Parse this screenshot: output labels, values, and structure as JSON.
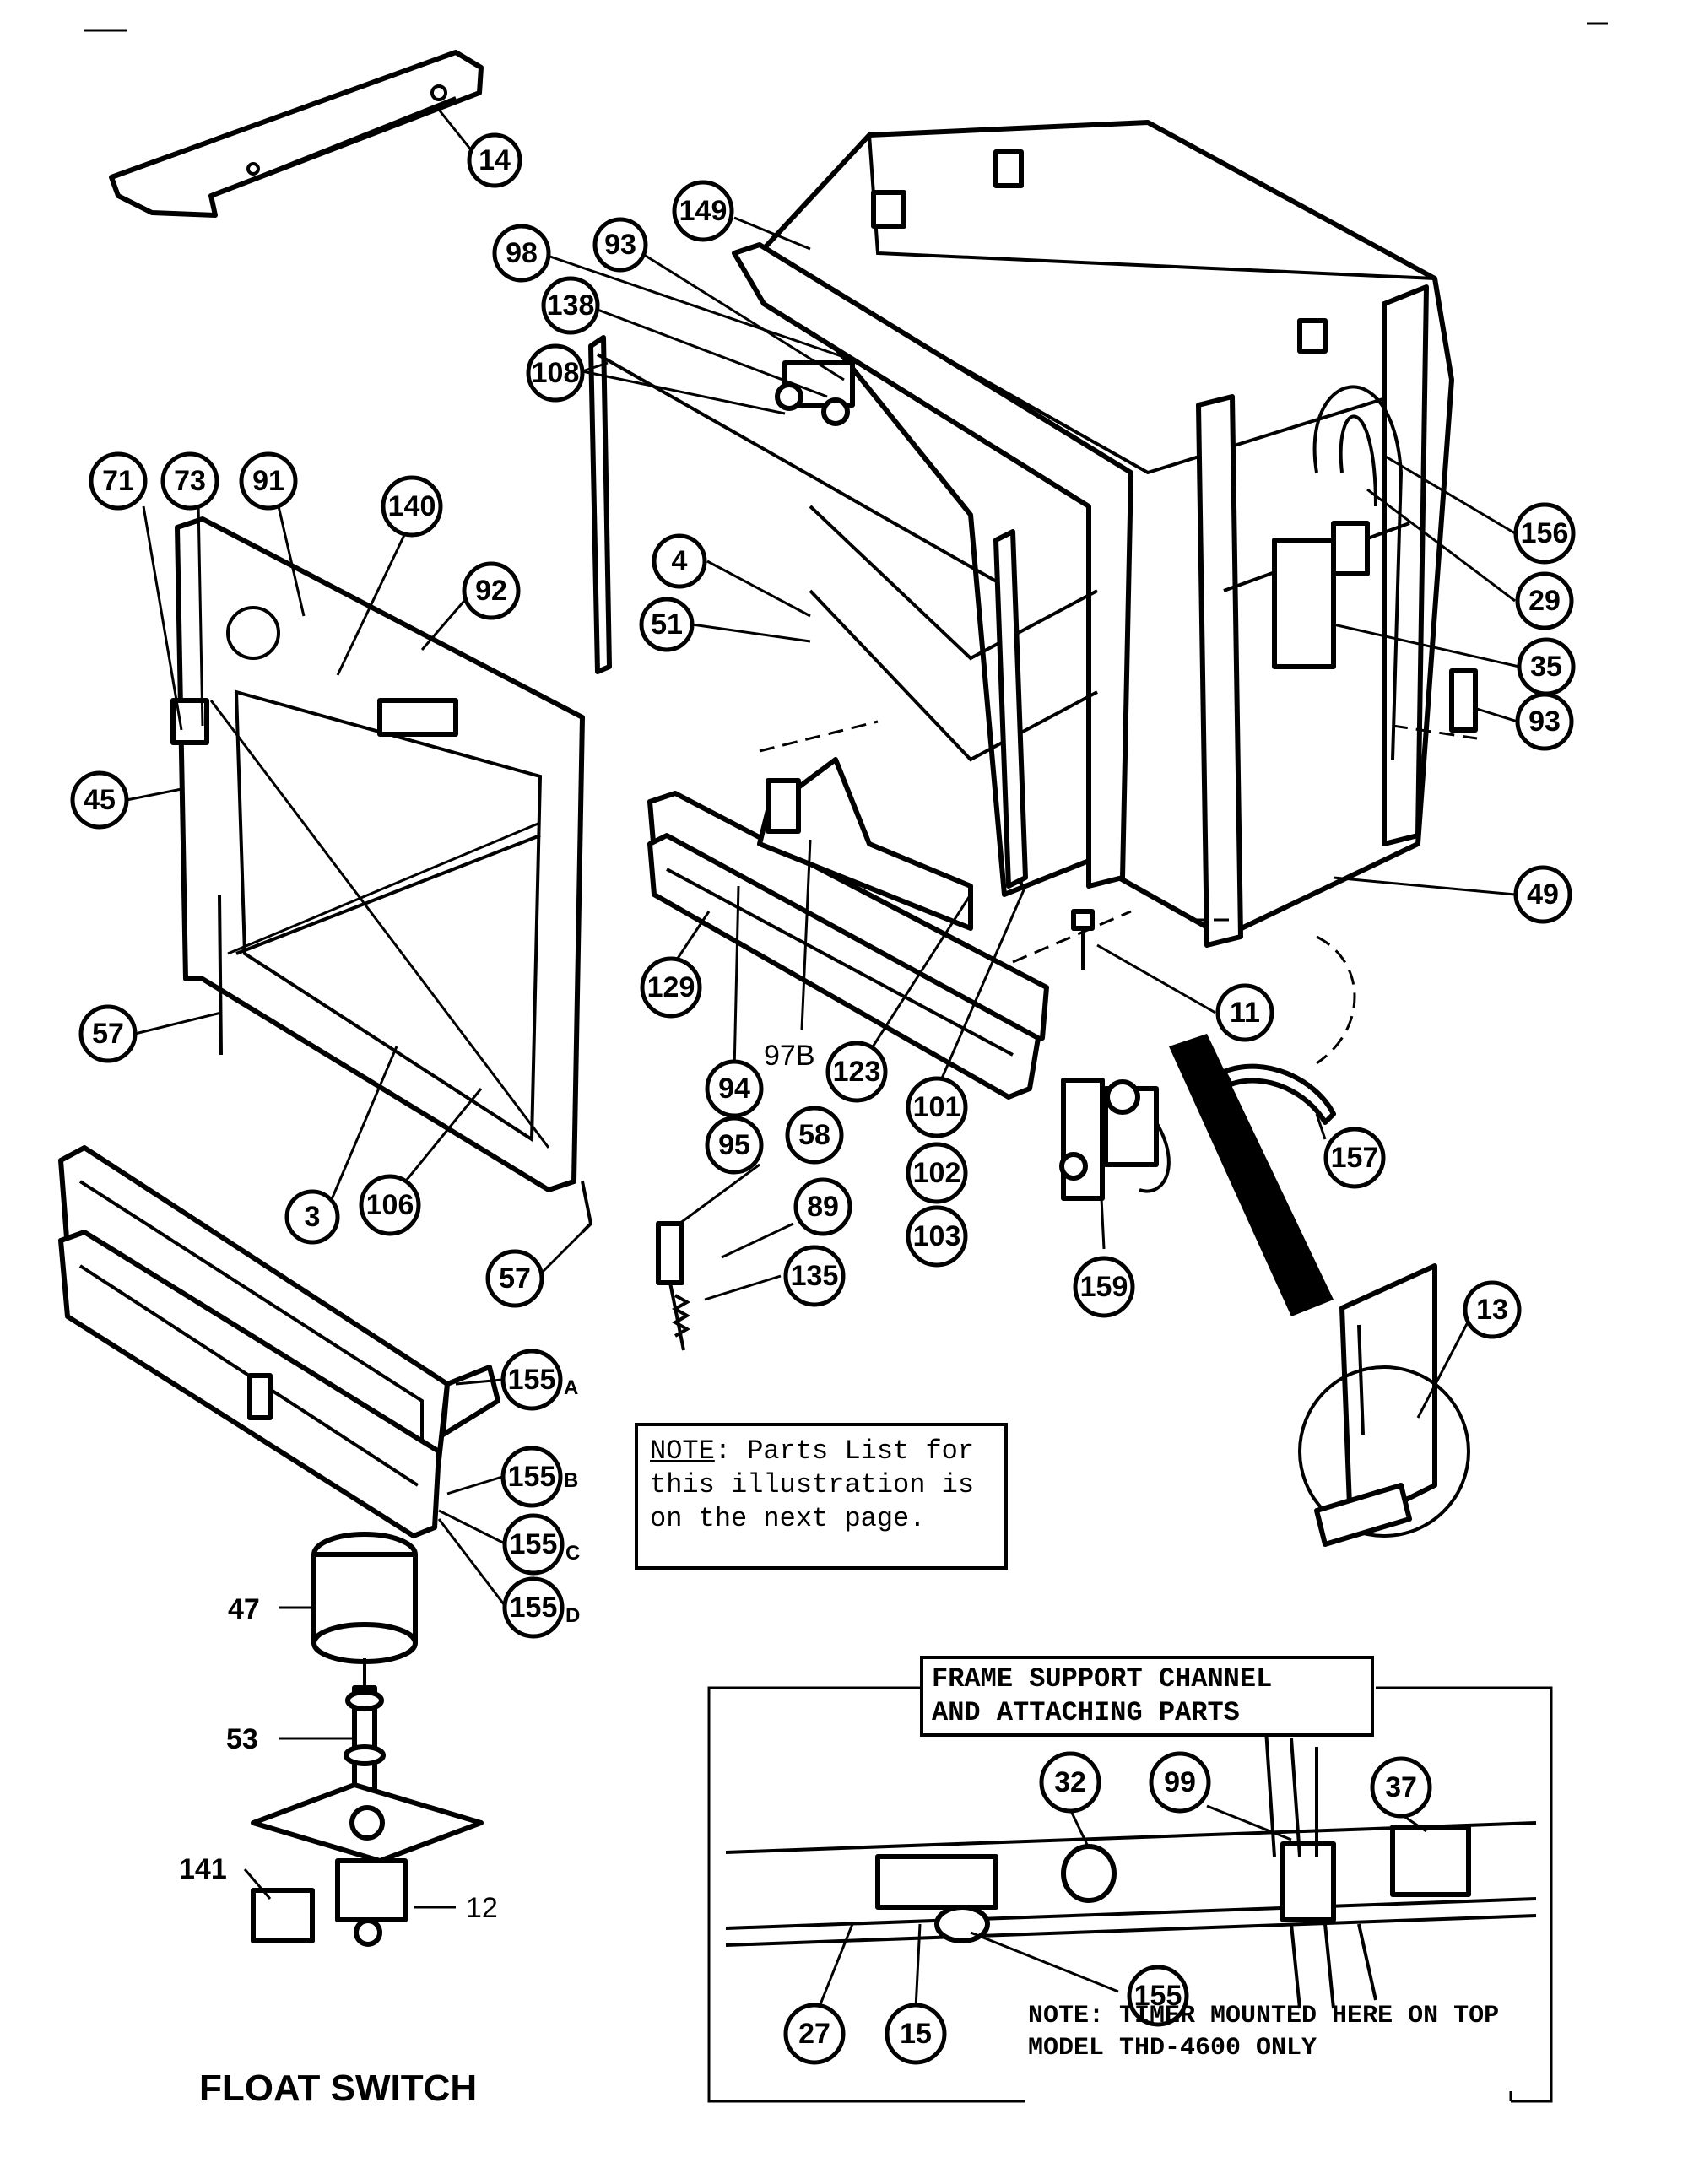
{
  "callouts": {
    "c14": "14",
    "c149": "149",
    "c98": "98",
    "c93a": "93",
    "c138": "138",
    "c108": "108",
    "c71": "71",
    "c73": "73",
    "c91": "91",
    "c140": "140",
    "c92": "92",
    "c4": "4",
    "c51": "51",
    "c45": "45",
    "c57a": "57",
    "c57b": "57",
    "c3": "3",
    "c106": "106",
    "c129": "129",
    "c94": "94",
    "c95": "95",
    "c123": "123",
    "c101": "101",
    "c102": "102",
    "c103": "103",
    "c58": "58",
    "c89": "89",
    "c135": "135",
    "c159": "159",
    "c11": "11",
    "c157": "157",
    "c13": "13",
    "c156": "156",
    "c29": "29",
    "c35": "35",
    "c93b": "93",
    "c49": "49",
    "c155a": "155",
    "c155b": "155",
    "c155c": "155",
    "c155d": "155",
    "c32": "32",
    "c99": "99",
    "c37": "37",
    "c27": "27",
    "c15": "15",
    "c155e": "155"
  },
  "suffixes": {
    "a": "A",
    "b": "B",
    "c": "C",
    "d": "D"
  },
  "plain_labels": {
    "l97b": "97B",
    "l47": "47",
    "l53": "53",
    "l141": "141",
    "l12": "12"
  },
  "note": {
    "line1_keyword": "NOTE",
    "line1_rest": ": Parts List for",
    "line2": "this illustration  is",
    "line3": "on  the  next  page."
  },
  "inset": {
    "title_line1": "FRAME SUPPORT CHANNEL",
    "title_line2": "AND ATTACHING PARTS",
    "note_line1": "NOTE: TIMER MOUNTED HERE ON TOP",
    "note_line2": "MODEL THD-4600 ONLY"
  },
  "float_switch_title": "FLOAT SWITCH"
}
